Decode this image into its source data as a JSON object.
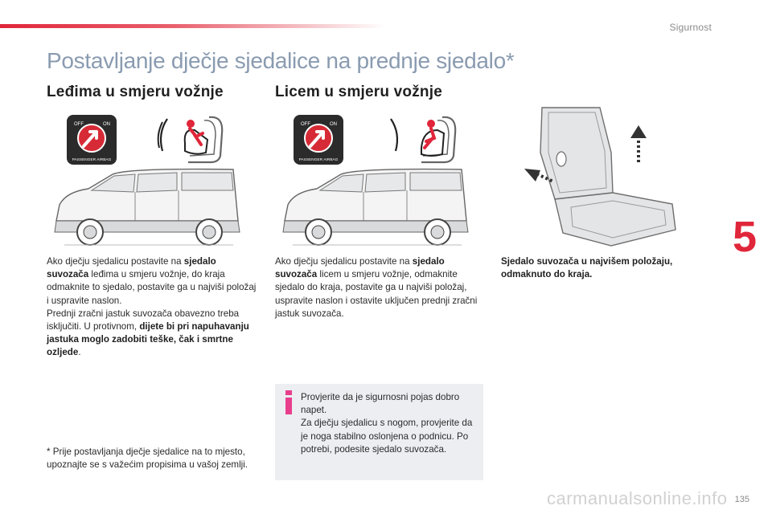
{
  "section_label": "Sigurnost",
  "chapter_number": "5",
  "page_title": "Postavljanje dječje sjedalice na prednje sjedalo*",
  "left": {
    "heading": "Leđima u smjeru vožnje",
    "airbag_off": "OFF",
    "airbag_on": "ON",
    "airbag_label": "PASSENGER AIRBAG",
    "p1_a": "Ako dječju sjedalicu postavite na ",
    "p1_b": "sjedalo suvozača",
    "p1_c": " leđima u smjeru vožnje, do kraja odmaknite to sjedalo, postavite ga u najviši položaj i uspravite naslon.",
    "p2_a": "Prednji zračni jastuk suvozača obavezno treba isključiti. U protivnom, ",
    "p2_b": "dijete bi pri napuhavanju jastuka moglo zadobiti teške, čak i smrtne ozljede",
    "p2_c": "."
  },
  "middle": {
    "heading": "Licem u smjeru vožnje",
    "airbag_off": "OFF",
    "airbag_on": "ON",
    "airbag_label": "PASSENGER AIRBAG",
    "p1_a": "Ako dječju sjedalicu postavite na ",
    "p1_b": "sjedalo suvozača",
    "p1_c": " licem u smjeru vožnje, odmaknite sjedalo do kraja, postavite ga u najviši položaj, uspravite naslon i ostavite uključen prednji zračni jastuk suvozača."
  },
  "right": {
    "caption": "Sjedalo suvozača u najvišem položaju, odmaknuto do kraja."
  },
  "info_box": {
    "line1": "Provjerite da je sigurnosni pojas dobro napet.",
    "line2": "Za dječju sjedalicu s nogom, provjerite da je noga stabilno oslonjena o podnicu. Po potrebi, podesite sjedalo suvozača."
  },
  "footnote": "* Prije postavljanja dječje sjedalice na to mjesto, upoznajte se s važećim propisima u vašoj zemlji.",
  "page_number": "135",
  "watermark": "carmanualsonline.info",
  "colors": {
    "accent_red": "#e0263a",
    "title_blue_grey": "#8a9bb0",
    "info_box_bg": "#eceef2",
    "info_icon_pink": "#e83e8c"
  }
}
